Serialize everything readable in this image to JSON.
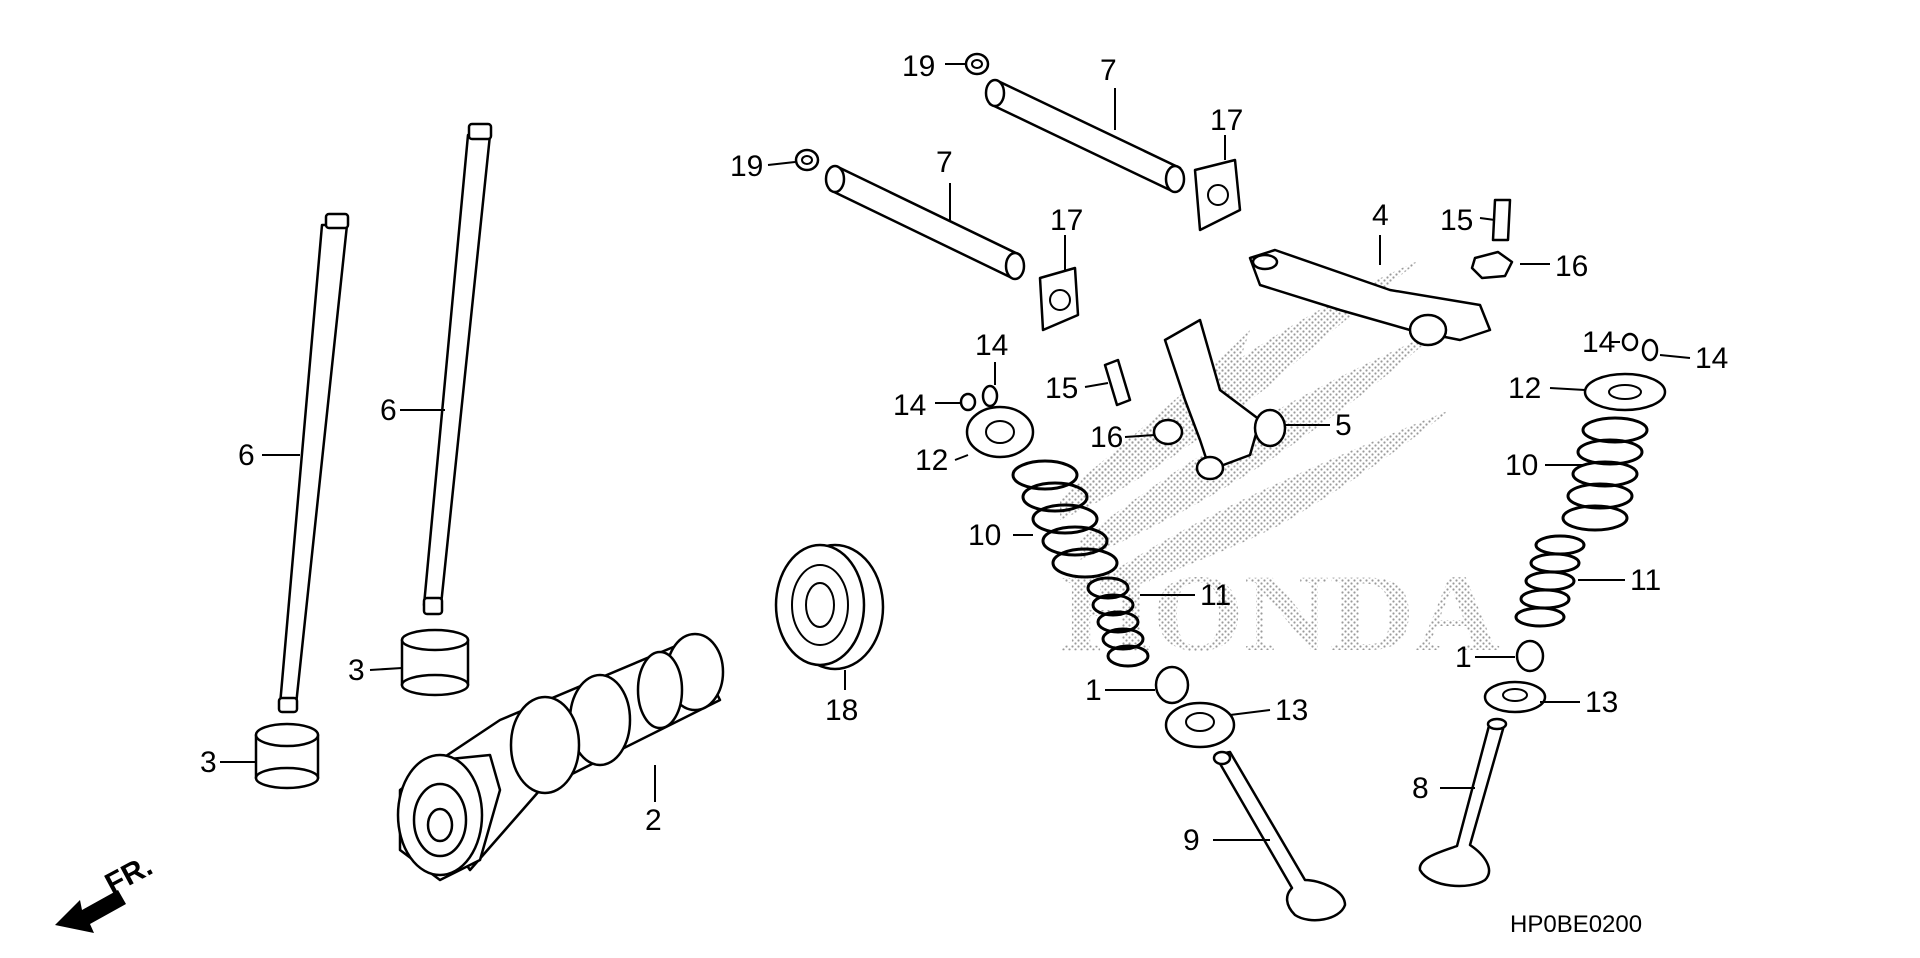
{
  "diagram": {
    "watermark_brand": "HONDA",
    "code": "HP0BE0200",
    "front_label": "FR.",
    "callouts": {
      "c19a": "19",
      "c7a": "7",
      "c17a": "17",
      "c19b": "19",
      "c7b": "7",
      "c17b": "17",
      "c4": "4",
      "c15a": "15",
      "c16a": "16",
      "c14a": "14",
      "c14b": "14",
      "c14c": "14",
      "c14d": "14",
      "c15b": "15",
      "c16b": "16",
      "c5": "5",
      "c12a": "12",
      "c12b": "12",
      "c10a": "10",
      "c10b": "10",
      "c11a": "11",
      "c11b": "11",
      "c1a": "1",
      "c1b": "1",
      "c13a": "13",
      "c13b": "13",
      "c6a": "6",
      "c6b": "6",
      "c3a": "3",
      "c3b": "3",
      "c2": "2",
      "c18": "18",
      "c9": "9",
      "c8": "8"
    }
  }
}
